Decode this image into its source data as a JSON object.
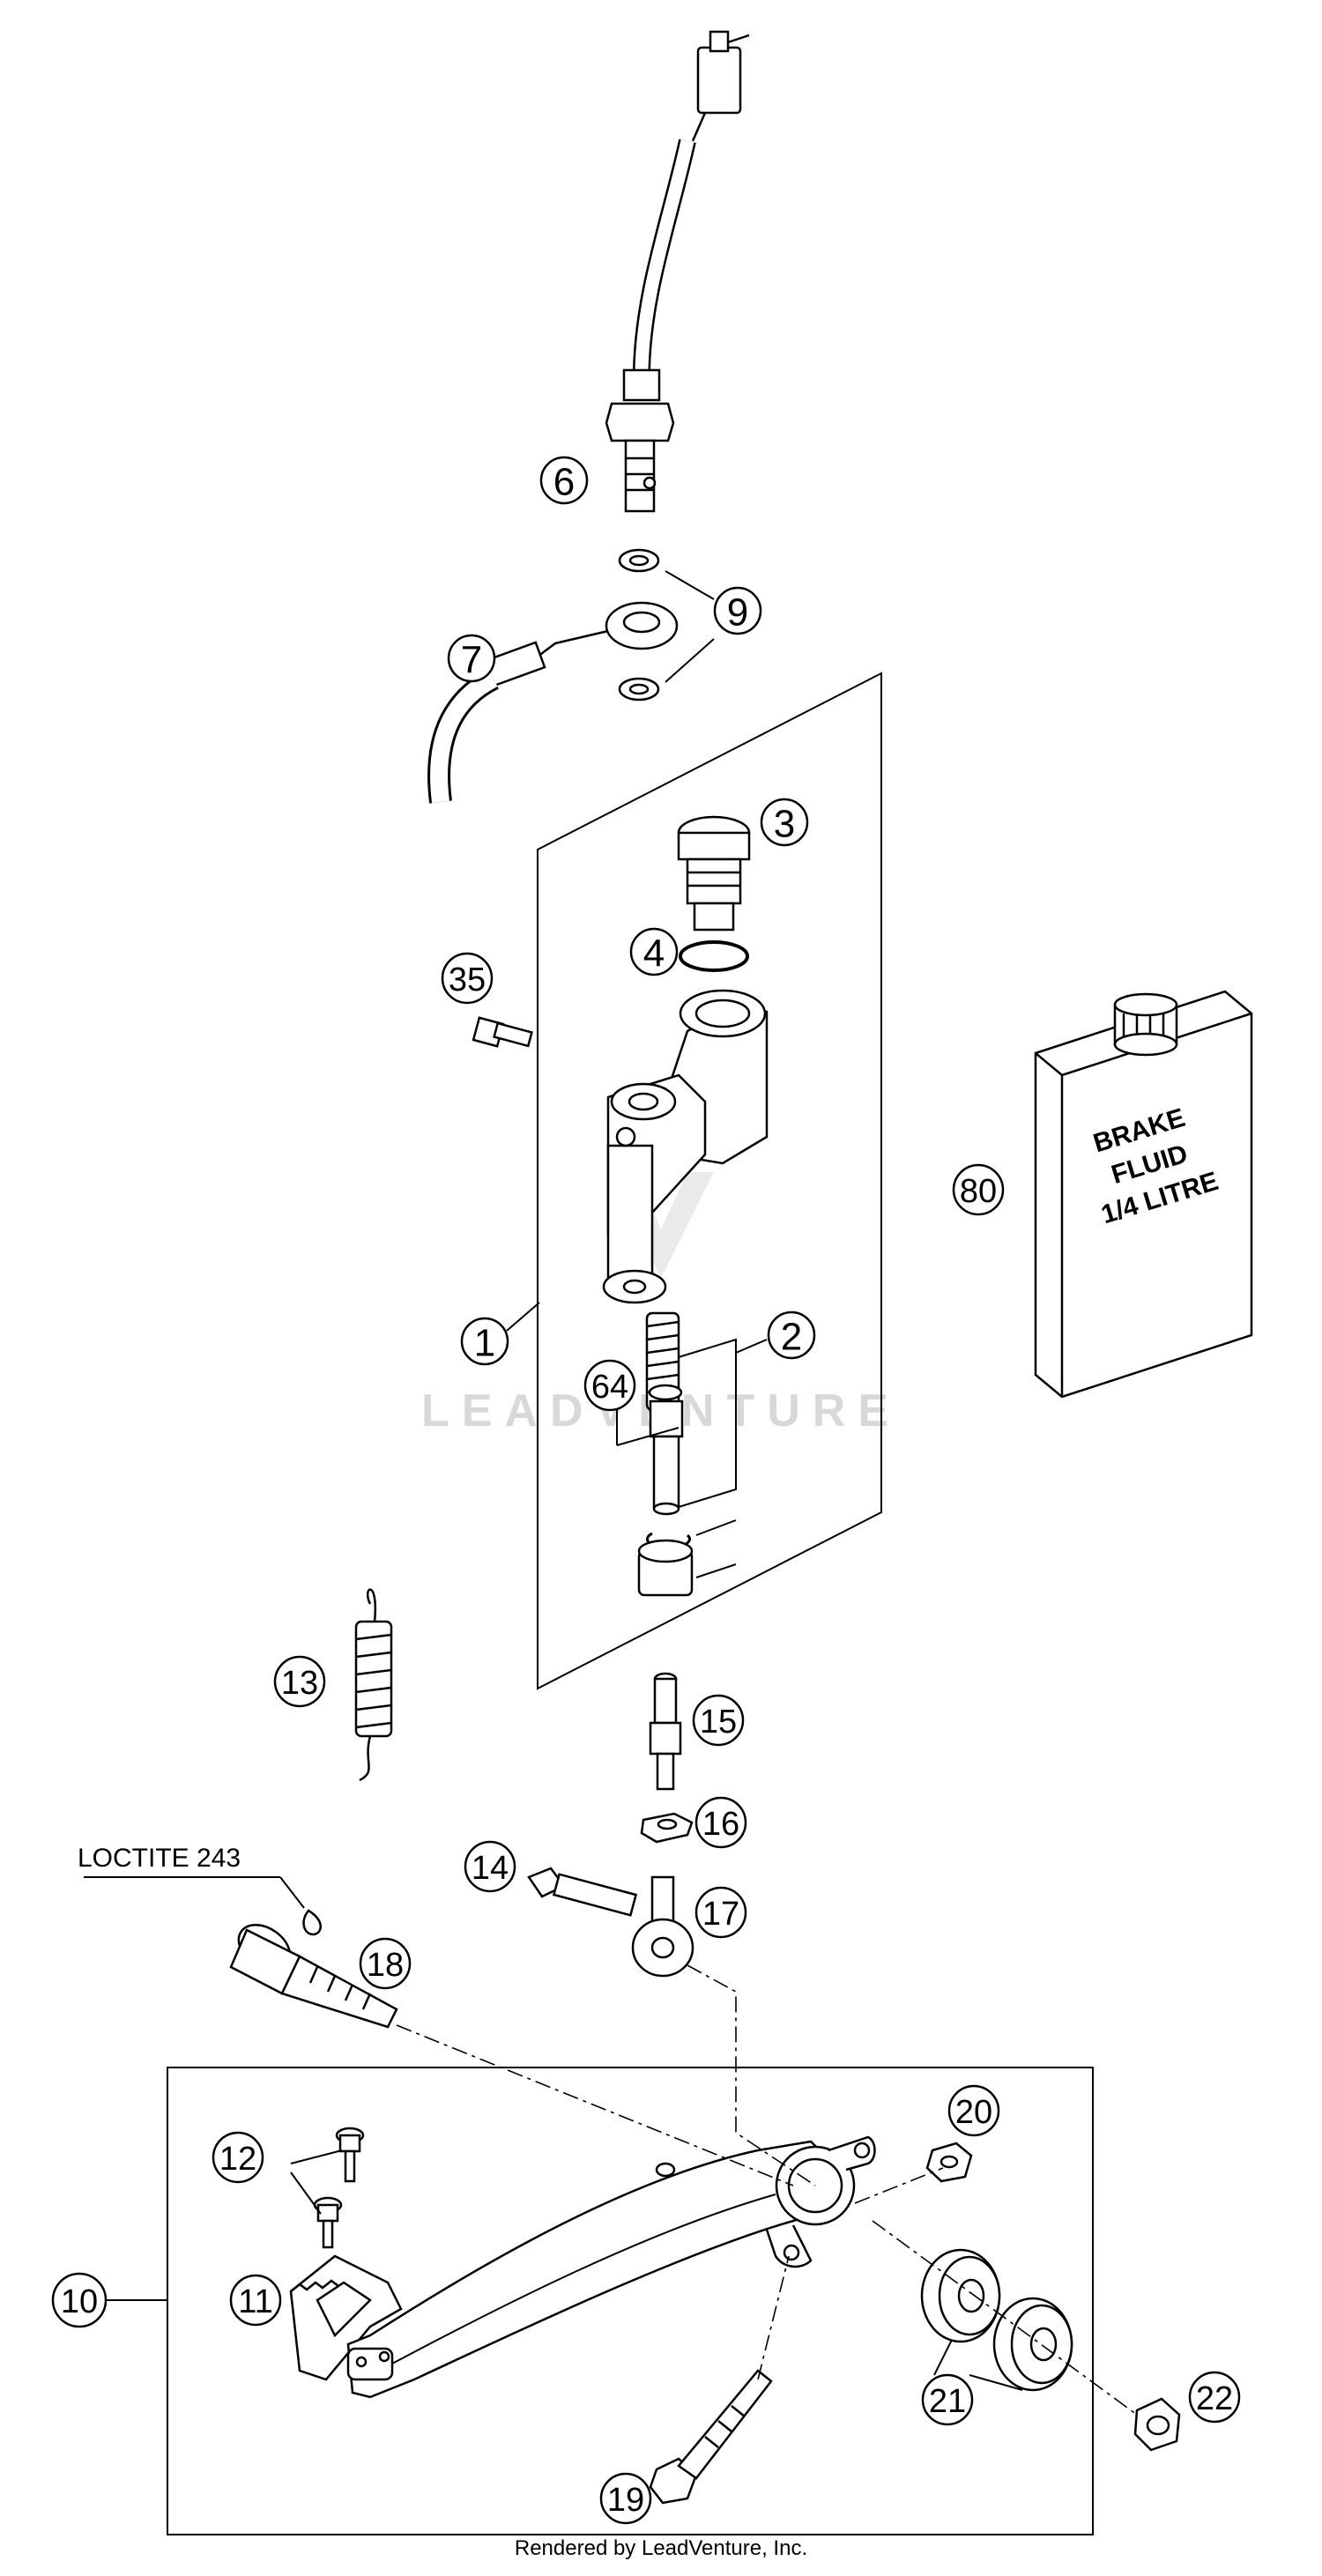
{
  "diagram": {
    "callouts": [
      "6",
      "9",
      "7",
      "3",
      "4",
      "35",
      "80",
      "1",
      "2",
      "64",
      "13",
      "15",
      "16",
      "14",
      "17",
      "18",
      "12",
      "20",
      "10",
      "11",
      "21",
      "22",
      "19"
    ],
    "notes": {
      "loctite": "LOCTITE 243"
    },
    "brake_fluid_can": {
      "line1": "BRAKE",
      "line2": "FLUID",
      "line3": "1/4 LITRE"
    },
    "watermark": "LEADVENTURE"
  },
  "footer": {
    "text": "Rendered by LeadVenture, Inc."
  }
}
